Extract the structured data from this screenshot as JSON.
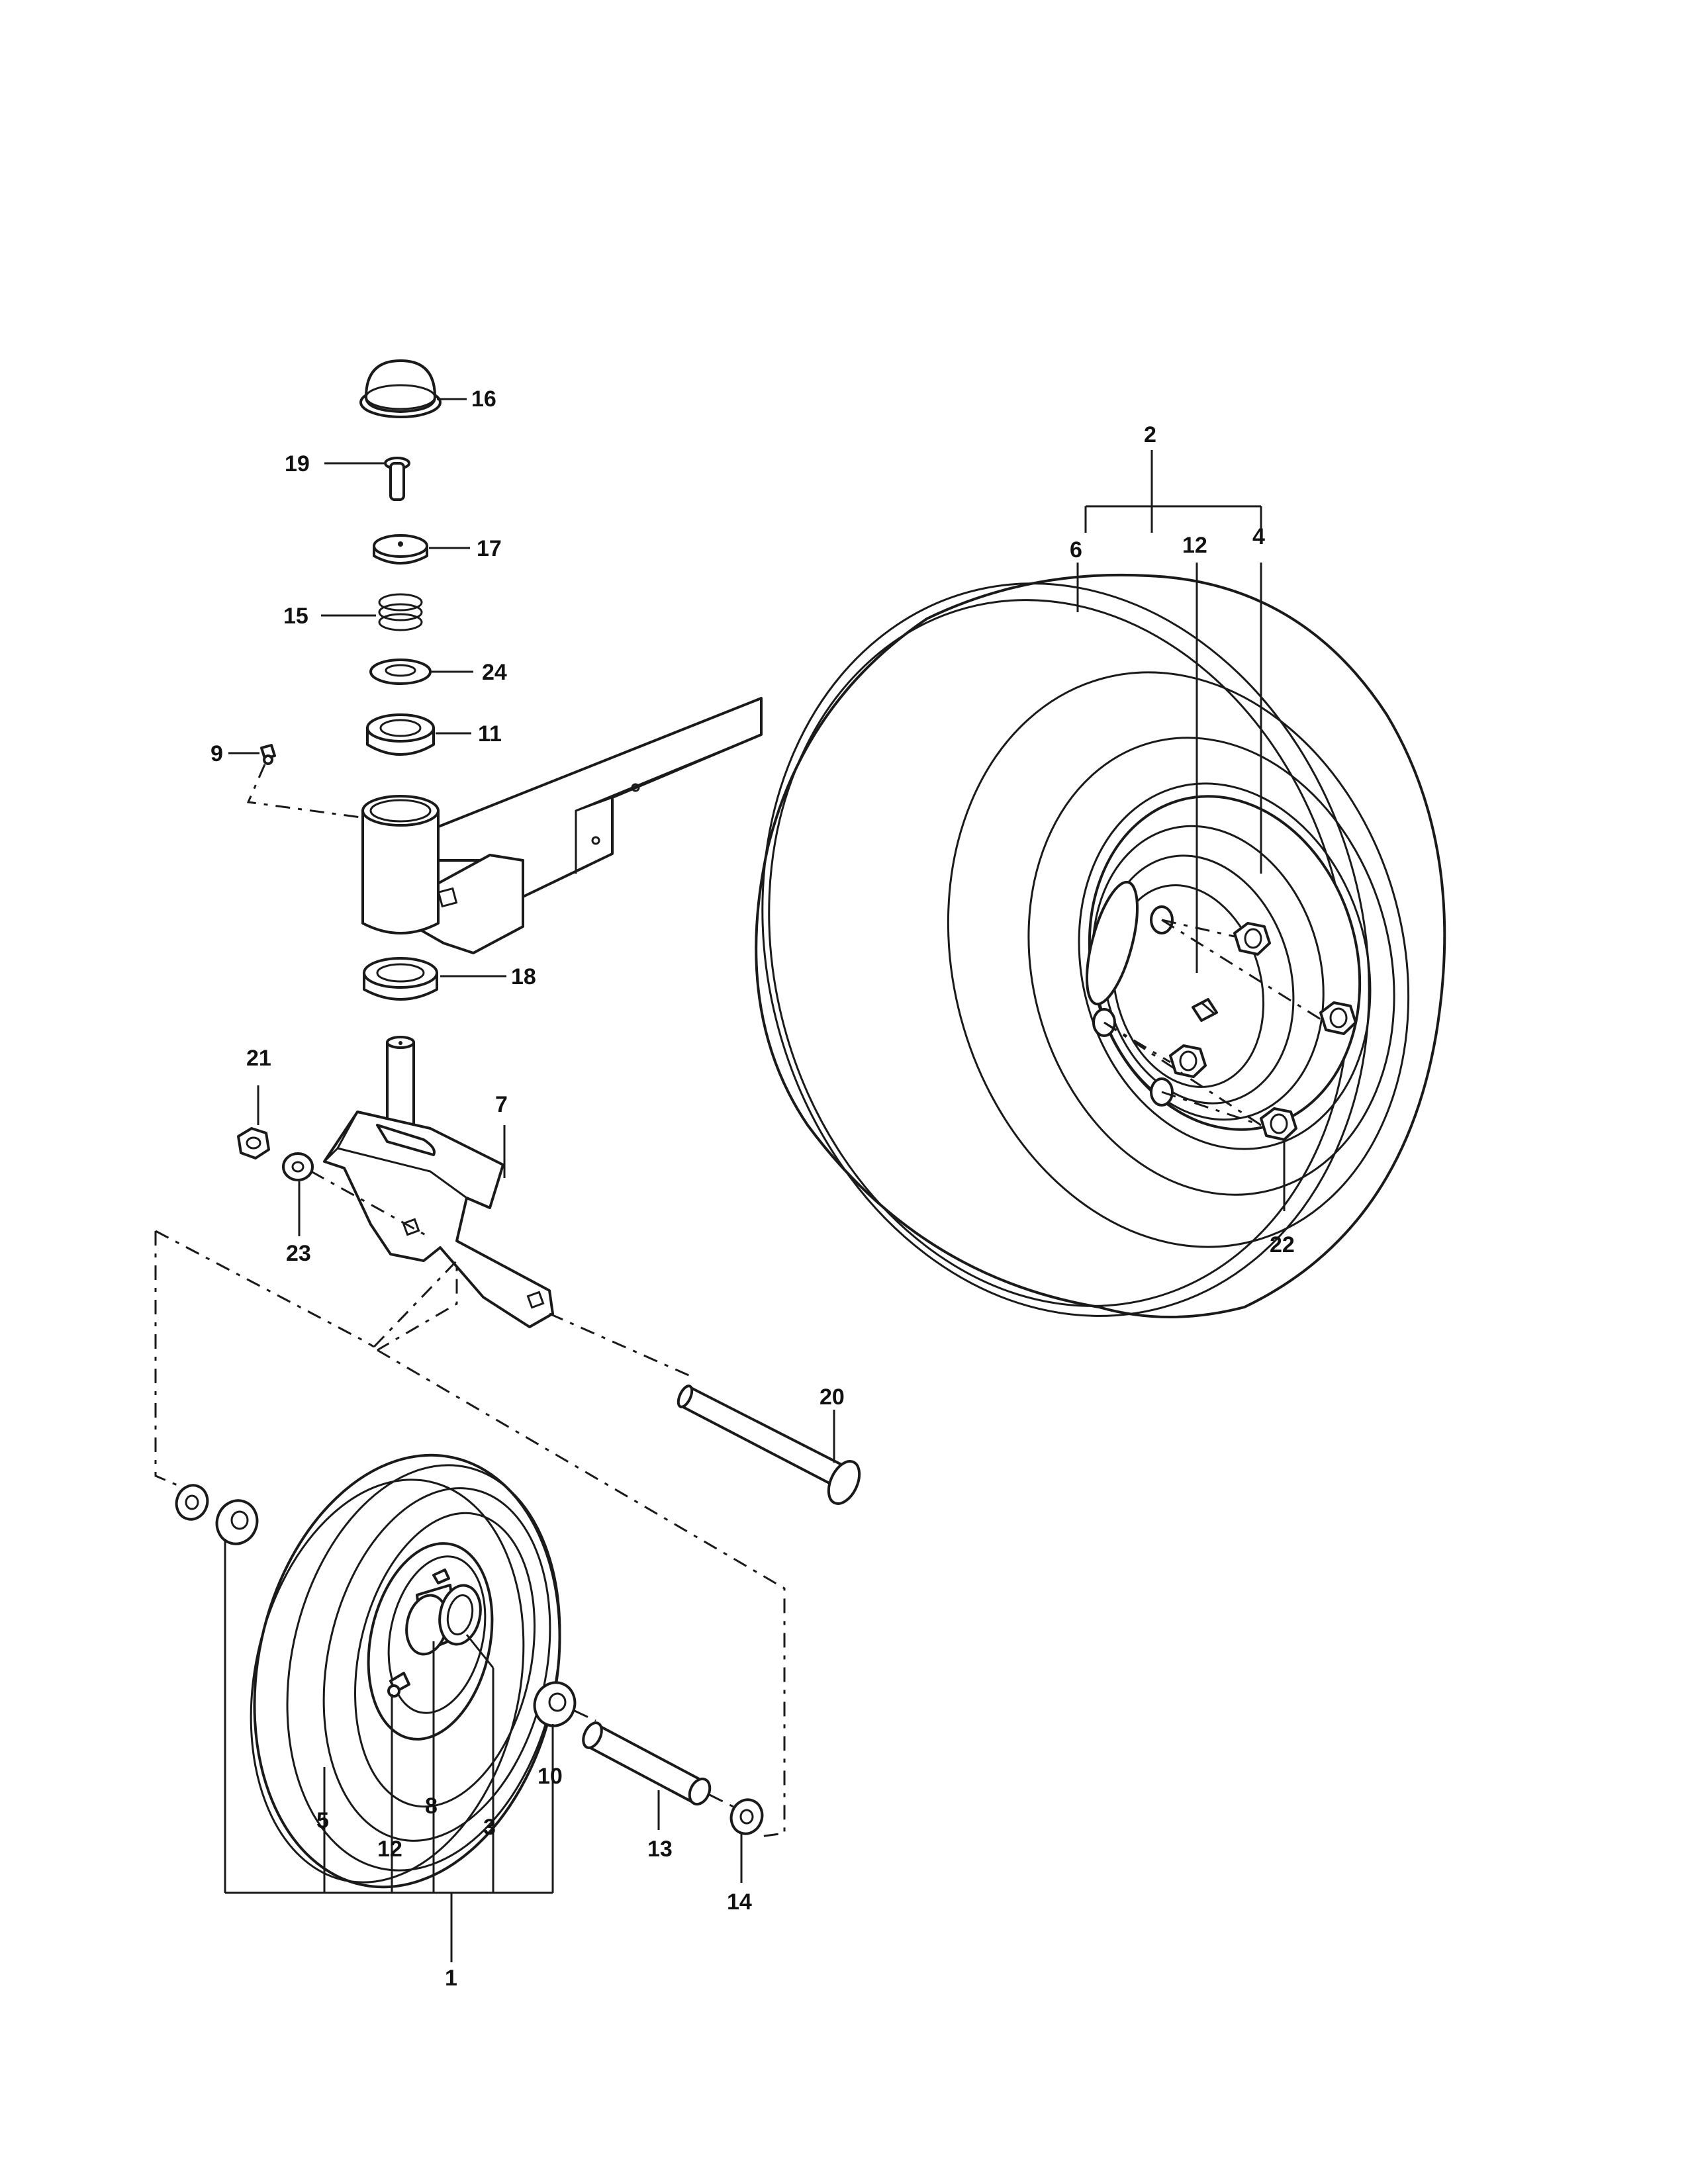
{
  "callouts": {
    "c1": "1",
    "c2": "2",
    "c3": "3",
    "c4": "4",
    "c5": "5",
    "c6": "6",
    "c7": "7",
    "c8": "8",
    "c9": "9",
    "c10": "10",
    "c11": "11",
    "c12_drive": "12",
    "c12_caster": "12",
    "c13": "13",
    "c14": "14",
    "c15": "15",
    "c16": "16",
    "c17": "17",
    "c18": "18",
    "c19": "19",
    "c20": "20",
    "c21": "21",
    "c22": "22",
    "c23": "23",
    "c24": "24"
  },
  "colors": {
    "line": "#1a1a1a",
    "background": "#ffffff"
  }
}
